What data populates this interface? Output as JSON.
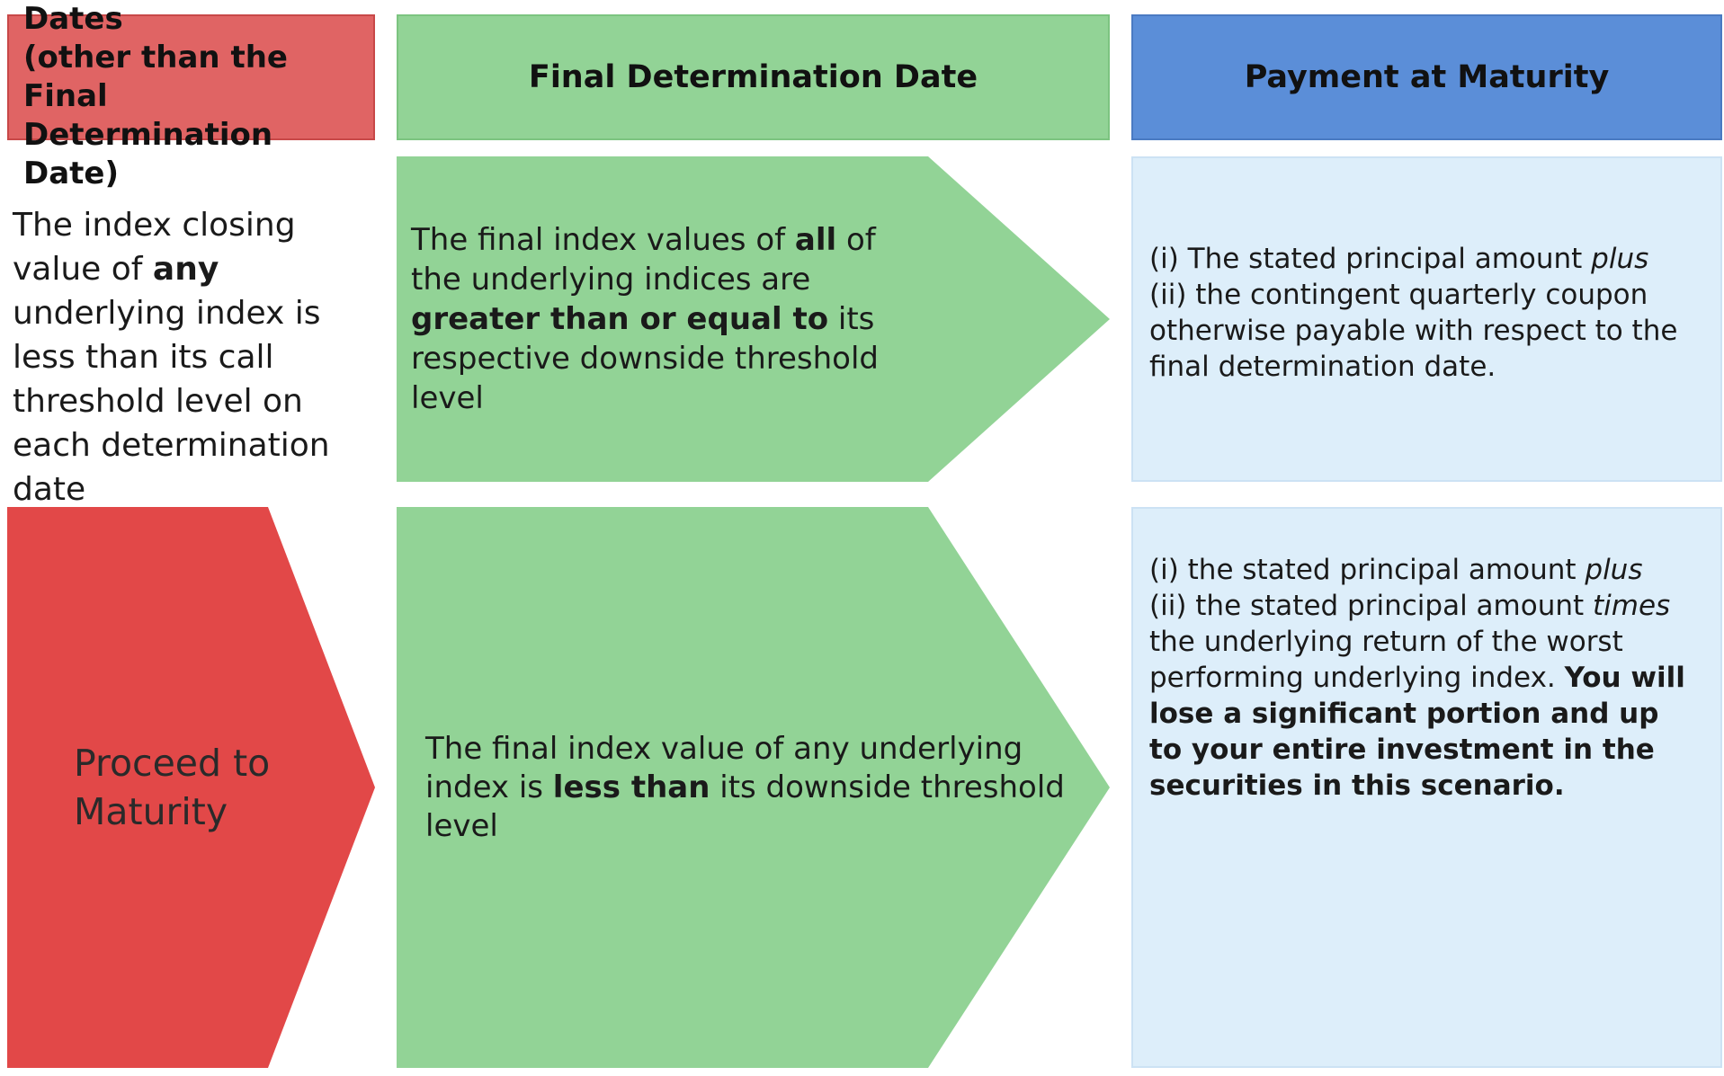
{
  "headers": {
    "determination_dates": {
      "line1": "Determination Dates",
      "line2": "(other than the Final",
      "line3": "Determination Date)"
    },
    "final_determination_date": "Final Determination Date",
    "payment_at_maturity": "Payment at Maturity"
  },
  "row1": {
    "condition": {
      "t1": "The index closing value of ",
      "b1": "any",
      "t2": " underlying index is less than its call threshold level on each determination date"
    },
    "final_condition": {
      "t1": "The final index values of ",
      "b1": "all",
      "t2": " of the underlying indices are ",
      "b2": "greater than or equal to",
      "t3": " its respective downside threshold level"
    },
    "payment": {
      "t1": "(i) The stated principal amount ",
      "i1": "plus",
      "t2": " (ii) the contingent quarterly coupon otherwise payable with respect to the final determination date."
    }
  },
  "row2": {
    "proceed": {
      "line1": "Proceed to",
      "line2": "Maturity"
    },
    "final_condition": {
      "t1": "The final index value of any underlying index is ",
      "b1": "less than",
      "t2": " its downside threshold level"
    },
    "payment": {
      "t1": "(i) the stated principal amount ",
      "i1": "plus",
      "t2": " (ii) the stated principal amount ",
      "i2": "times",
      "t3": " the underlying return of the worst performing underlying index. ",
      "b1": "You will lose a significant portion and up to your entire investment in the securities in this scenario."
    }
  },
  "colors": {
    "red_header": "#e06464",
    "red_arrow": "#e24848",
    "green": "#92d396",
    "blue_header": "#5b8ed8",
    "light_blue": "#ddeefa"
  }
}
